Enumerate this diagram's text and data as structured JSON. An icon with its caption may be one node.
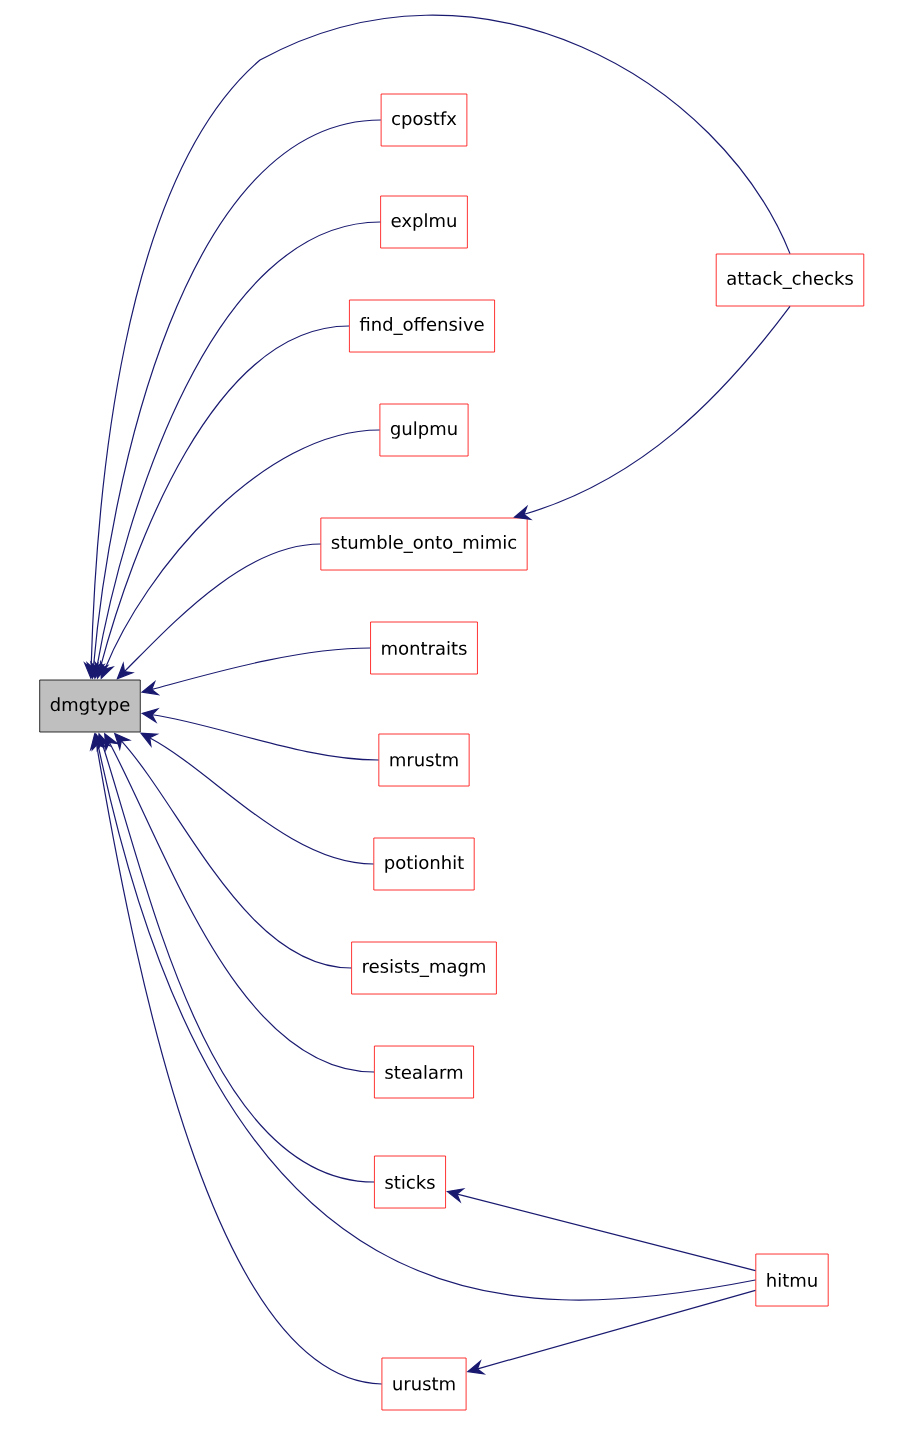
{
  "diagram": {
    "nodes": [
      {
        "text": [
          "dmgtype"
        ]
      },
      {
        "text": [
          "cpostfx"
        ]
      },
      {
        "text": [
          "explmu"
        ]
      },
      {
        "text": [
          "find_offensive"
        ]
      },
      {
        "text": [
          "gulpmu"
        ]
      },
      {
        "text": [
          "stumble_onto_mimic"
        ]
      },
      {
        "text": [
          "attack_checks"
        ]
      },
      {
        "text": [
          "montraits"
        ]
      },
      {
        "text": [
          "mrustm"
        ]
      },
      {
        "text": [
          "potionhit"
        ]
      },
      {
        "text": [
          "resists_magm"
        ]
      },
      {
        "text": [
          "stealarm"
        ]
      },
      {
        "text": [
          "sticks"
        ]
      },
      {
        "text": [
          "hitmu"
        ]
      },
      {
        "text": [
          "urustm"
        ]
      }
    ],
    "edges": [
      {
        "from": 6,
        "to": 0,
        "arrow": "to"
      },
      {
        "from": 1,
        "to": 0,
        "arrow": "to"
      },
      {
        "from": 2,
        "to": 0,
        "arrow": "to"
      },
      {
        "from": 3,
        "to": 0,
        "arrow": "to"
      },
      {
        "from": 4,
        "to": 0,
        "arrow": "to"
      },
      {
        "from": 5,
        "to": 0,
        "arrow": "to"
      },
      {
        "from": 6,
        "to": 5,
        "arrow": "to"
      },
      {
        "from": 7,
        "to": 0,
        "arrow": "to"
      },
      {
        "from": 8,
        "to": 0,
        "arrow": "to"
      },
      {
        "from": 9,
        "to": 0,
        "arrow": "to"
      },
      {
        "from": 10,
        "to": 0,
        "arrow": "to"
      },
      {
        "from": 11,
        "to": 0,
        "arrow": "to"
      },
      {
        "from": 12,
        "to": 0,
        "arrow": "to"
      },
      {
        "from": 13,
        "to": 0,
        "arrow": "to"
      },
      {
        "from": 13,
        "to": 12,
        "arrow": "to"
      },
      {
        "from": 14,
        "to": 0,
        "arrow": "to"
      },
      {
        "from": 13,
        "to": 14,
        "arrow": "to"
      }
    ]
  }
}
